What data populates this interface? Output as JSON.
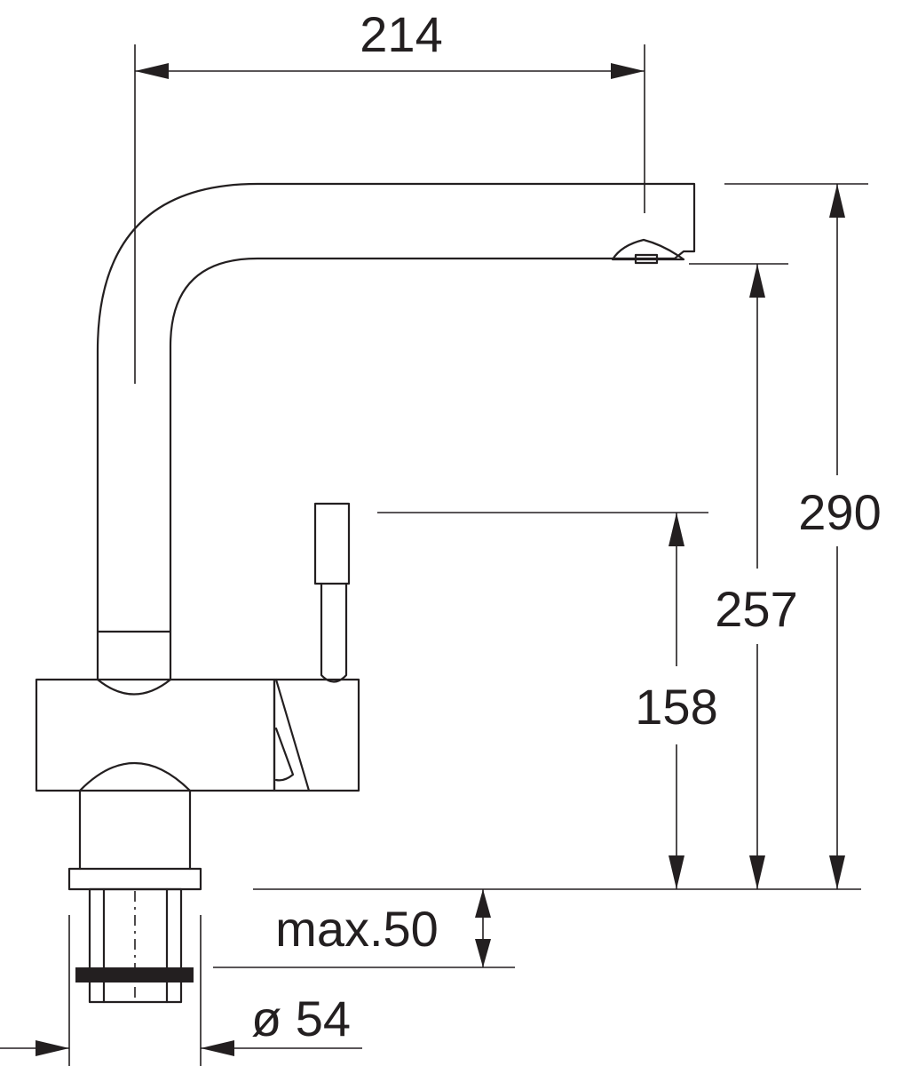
{
  "dimensions": {
    "spout_reach": "214",
    "total_height": "290",
    "spout_height": "257",
    "lever_height": "158",
    "max_countertop": "max.50",
    "hole_diameter": "ø 54"
  },
  "colors": {
    "line": "#231f20",
    "background": "#ffffff"
  }
}
